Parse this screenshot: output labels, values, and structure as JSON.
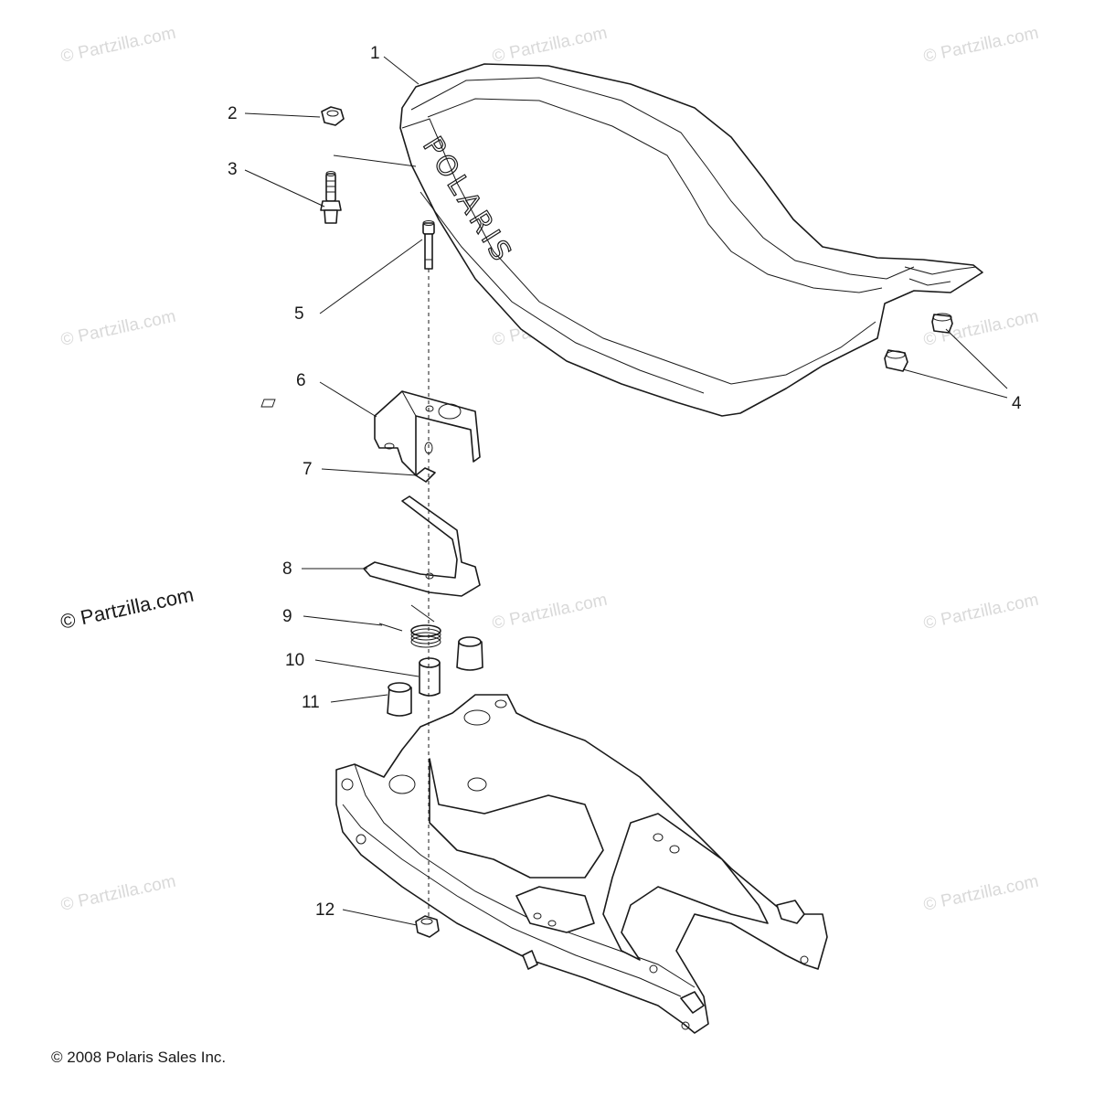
{
  "watermarks": {
    "faint": "© Partzilla.com",
    "strong": "© Partzilla.com"
  },
  "seat_brand": "POLARIS",
  "callouts": [
    "1",
    "2",
    "3",
    "4",
    "5",
    "6",
    "7",
    "8",
    "9",
    "10",
    "11",
    "12"
  ],
  "copyright": "© 2008 Polaris Sales Inc."
}
